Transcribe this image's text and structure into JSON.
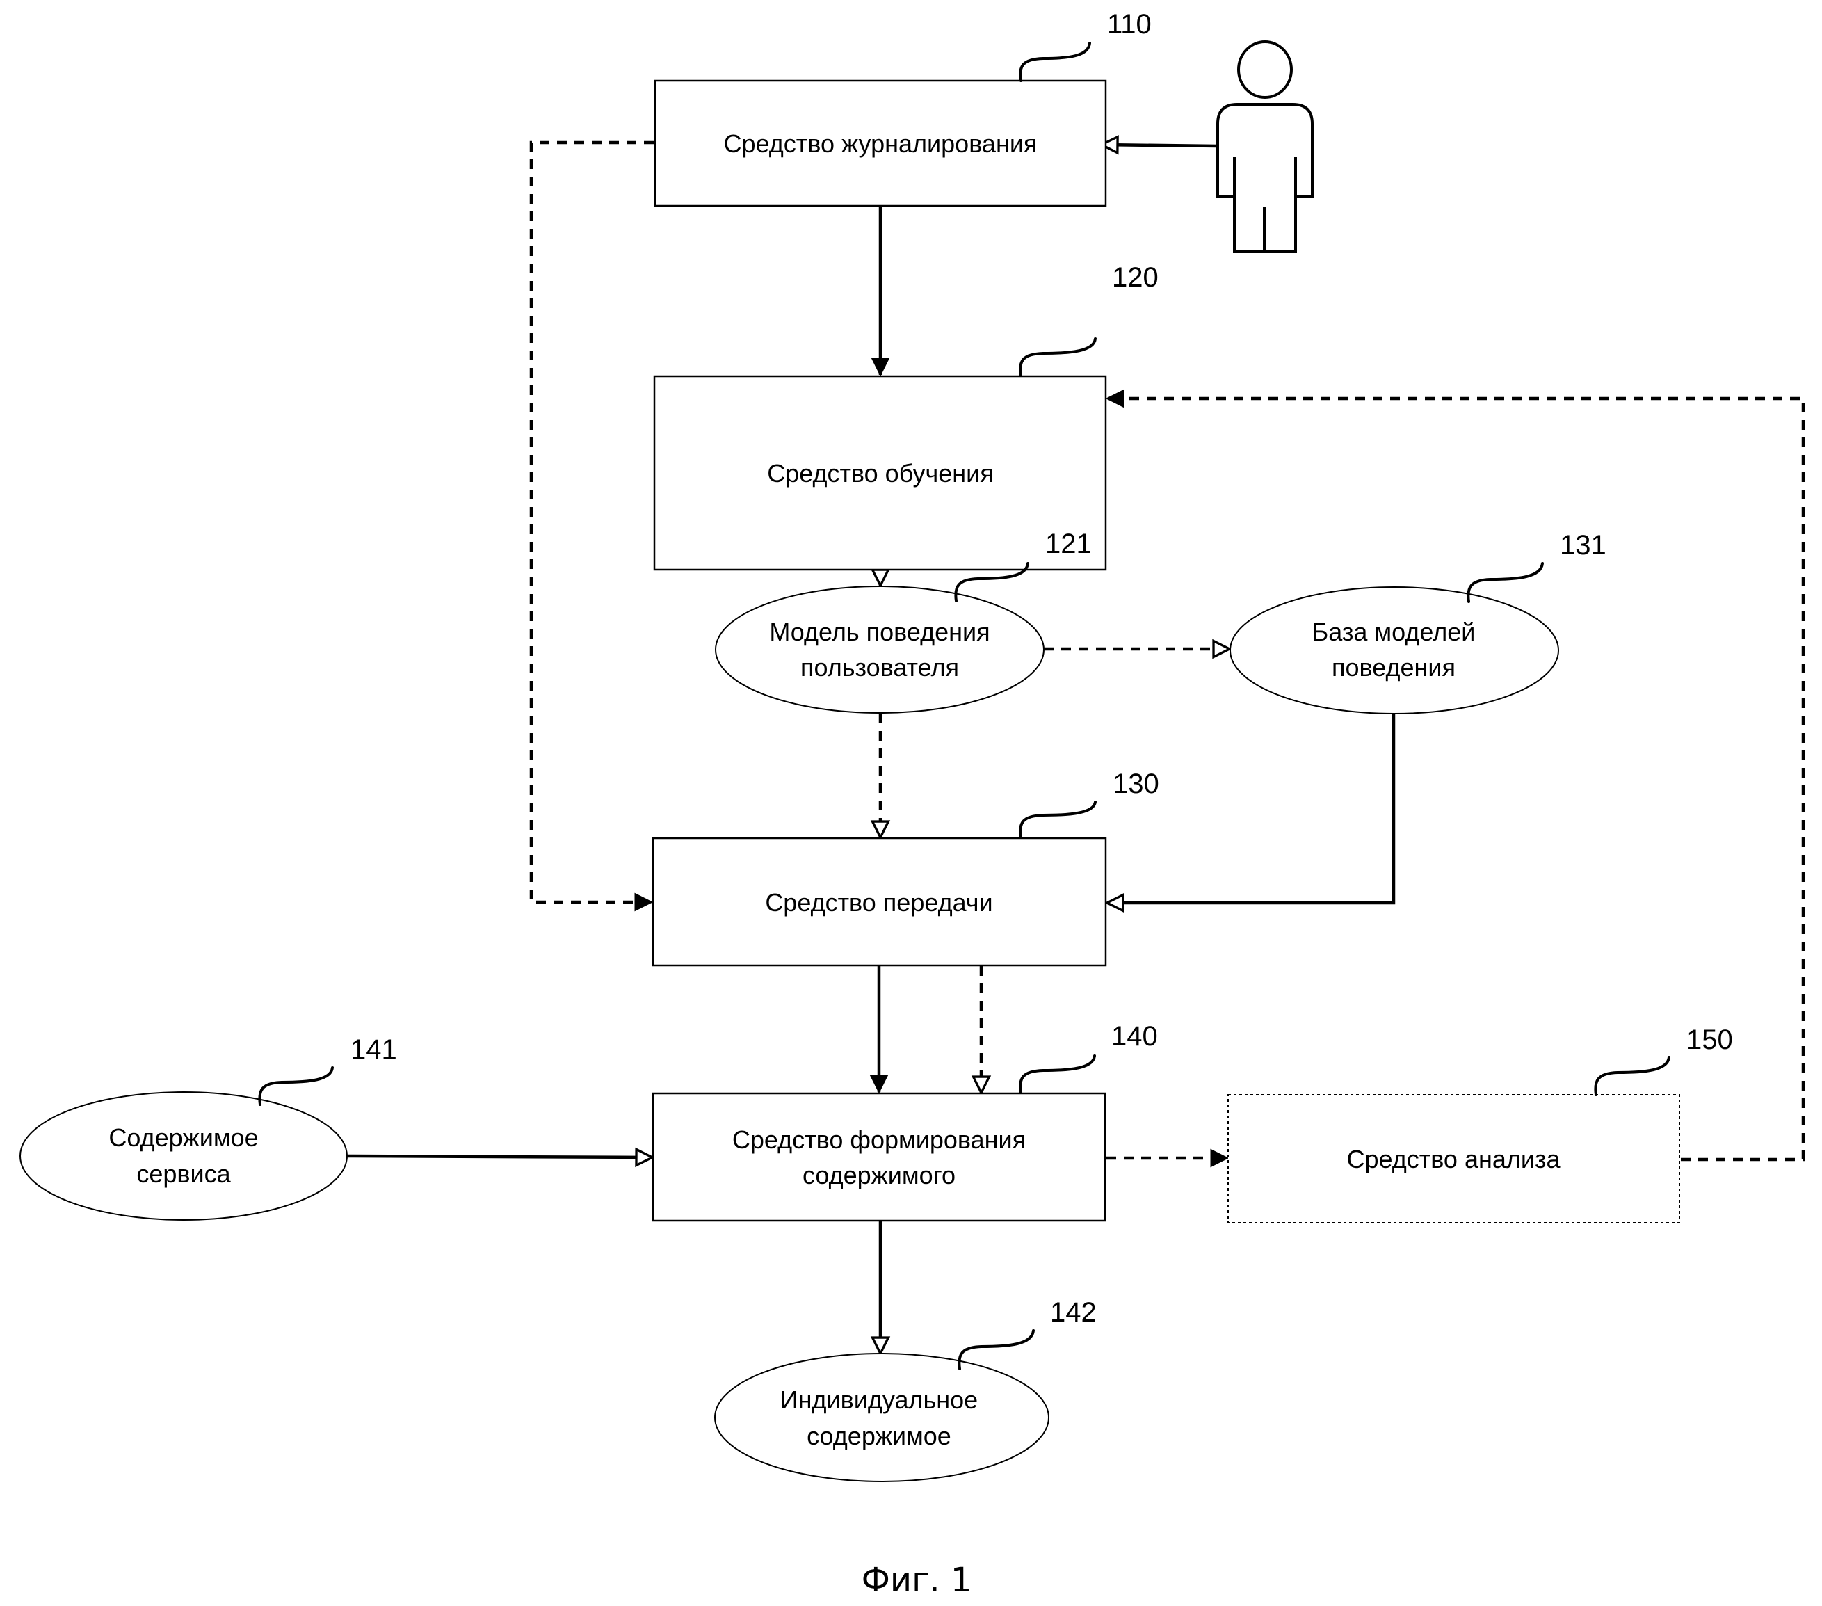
{
  "figure": {
    "caption": "Фиг. 1",
    "nodes": {
      "n110": {
        "ref": "110",
        "shape": "rectangle",
        "lines": [
          "Средство журналирования"
        ]
      },
      "n120": {
        "ref": "120",
        "shape": "rectangle",
        "lines": [
          "Средство обучения"
        ]
      },
      "n121": {
        "ref": "121",
        "shape": "ellipse",
        "lines": [
          "Модель поведения",
          "пользователя"
        ]
      },
      "n131": {
        "ref": "131",
        "shape": "ellipse",
        "lines": [
          "База моделей",
          "поведения"
        ]
      },
      "n130": {
        "ref": "130",
        "shape": "rectangle",
        "lines": [
          "Средство передачи"
        ]
      },
      "n140": {
        "ref": "140",
        "shape": "rectangle",
        "lines": [
          "Средство формирования",
          "содержимого"
        ]
      },
      "n141": {
        "ref": "141",
        "shape": "ellipse",
        "lines": [
          "Содержимое",
          "сервиса"
        ]
      },
      "n142": {
        "ref": "142",
        "shape": "ellipse",
        "lines": [
          "Индивидуальное",
          "содержимое"
        ]
      },
      "n150": {
        "ref": "150",
        "shape": "rectangle-dotted",
        "lines": [
          "Средство анализа"
        ]
      },
      "user": {
        "shape": "person-icon"
      }
    },
    "edges": [
      {
        "from": "user",
        "to": "n110",
        "style": "solid",
        "head": "open"
      },
      {
        "from": "n110",
        "to": "n120",
        "style": "solid",
        "head": "filled"
      },
      {
        "from": "n110",
        "to": "n130",
        "style": "dashed",
        "head": "filled"
      },
      {
        "from": "n120",
        "to": "n121",
        "style": "solid",
        "head": "open"
      },
      {
        "from": "n121",
        "to": "n131",
        "style": "dashed",
        "head": "open"
      },
      {
        "from": "n121",
        "to": "n130",
        "style": "dashed",
        "head": "open"
      },
      {
        "from": "n131",
        "to": "n130",
        "style": "solid",
        "head": "open"
      },
      {
        "from": "n130",
        "to": "n140",
        "style": "solid",
        "head": "filled"
      },
      {
        "from": "n130",
        "to": "n140",
        "style": "dashed",
        "head": "open"
      },
      {
        "from": "n141",
        "to": "n140",
        "style": "solid",
        "head": "open"
      },
      {
        "from": "n140",
        "to": "n142",
        "style": "solid",
        "head": "open"
      },
      {
        "from": "n140",
        "to": "n150",
        "style": "dashed",
        "head": "filled"
      },
      {
        "from": "n150",
        "to": "n120",
        "style": "dashed",
        "head": "filled"
      }
    ]
  }
}
